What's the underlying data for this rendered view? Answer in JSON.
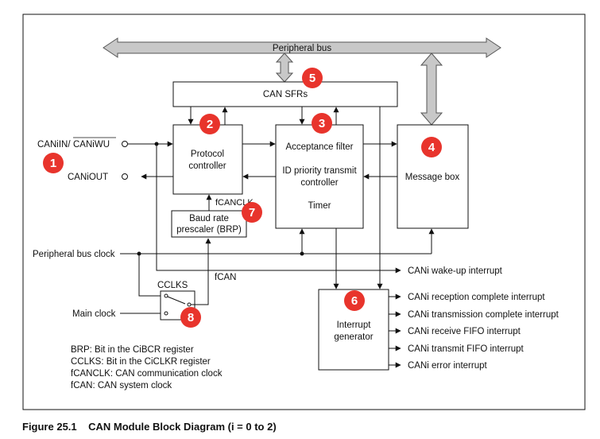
{
  "diagram": {
    "peripheral_bus": "Peripheral bus",
    "can_sfrs": "CAN SFRs",
    "protocol_controller": [
      "Protocol",
      "controller"
    ],
    "acceptance_filter": "Acceptance filter",
    "id_priority": [
      "ID priority transmit",
      "controller"
    ],
    "timer": "Timer",
    "message_box": "Message box",
    "baud_rate": [
      "Baud rate",
      "prescaler (BRP)"
    ],
    "interrupt_generator": [
      "Interrupt",
      "generator"
    ],
    "caniin": "CANiIN/",
    "caniwu": "CANiWU",
    "caniout": "CANiOUT",
    "fcanclk": "fCANCLK",
    "fcan": "fCAN",
    "cclks": "CCLKS",
    "peripheral_bus_clock": "Peripheral bus clock",
    "main_clock": "Main clock",
    "wakeup_interrupt": "CANi wake-up interrupt",
    "interrupts": [
      "CANi reception complete interrupt",
      "CANi transmission complete interrupt",
      "CANi receive FIFO interrupt",
      "CANi transmit FIFO interrupt",
      "CANi error interrupt"
    ],
    "notes": [
      "BRP: Bit in the CiBCR register",
      "CCLKS: Bit in the CiCLKR register",
      "fCANCLK: CAN communication clock",
      "fCAN: CAN system clock"
    ],
    "badges": [
      "1",
      "2",
      "3",
      "4",
      "5",
      "6",
      "7",
      "8"
    ],
    "badge_color": "#e8342c"
  },
  "caption": "Figure 25.1    CAN Module Block Diagram (i = 0 to 2)"
}
